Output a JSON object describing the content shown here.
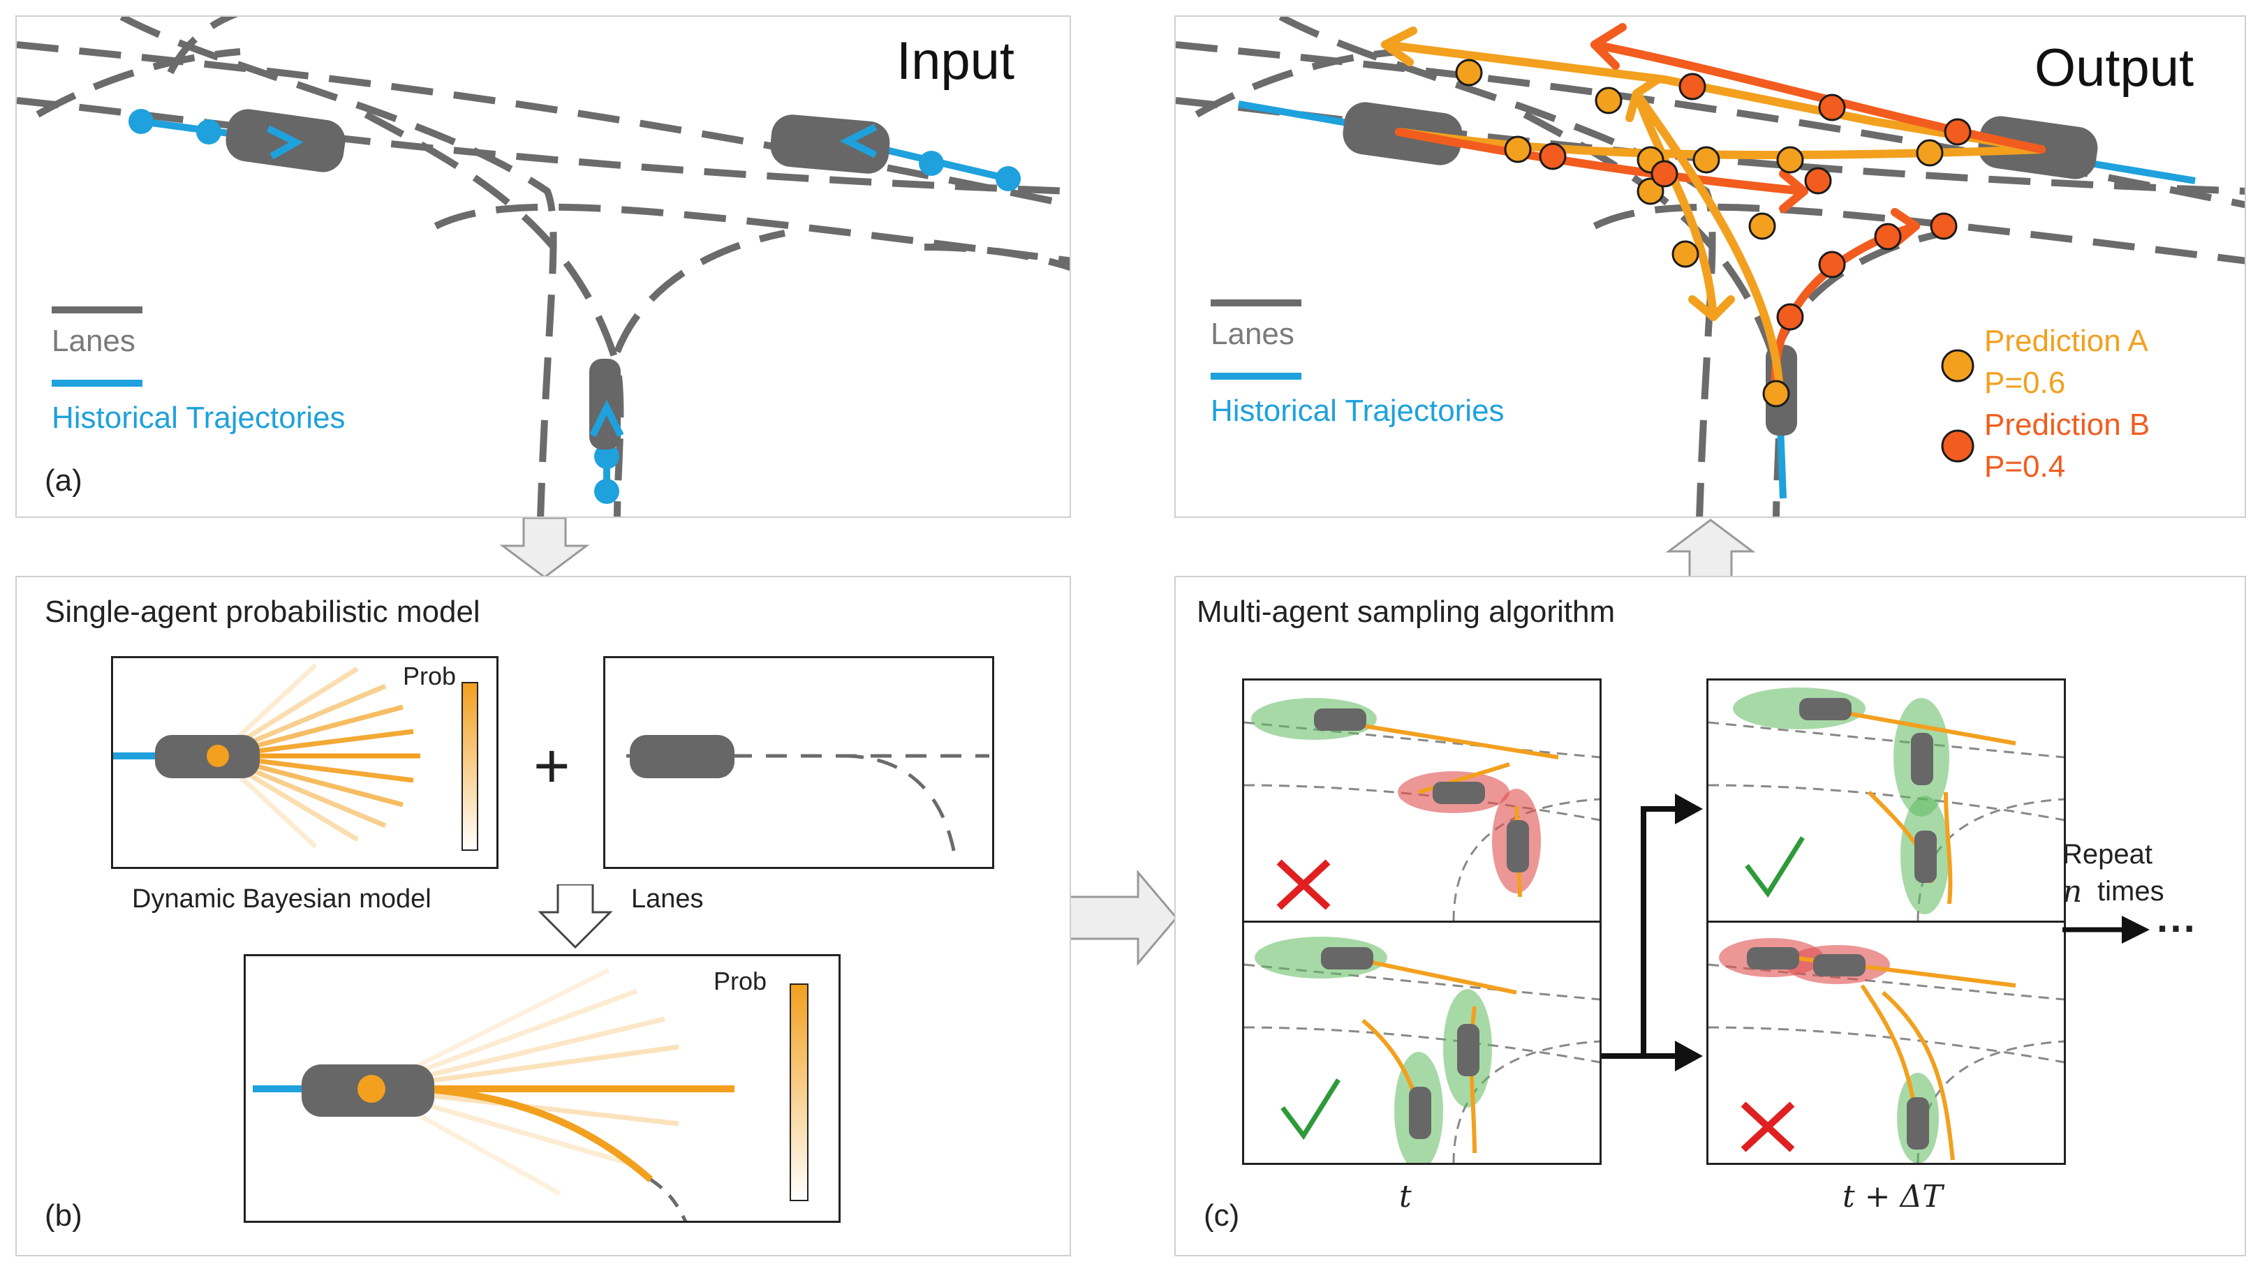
{
  "panel_a": {
    "title": "Input",
    "legend_lanes": "Lanes",
    "legend_hist": "Historical Trajectories",
    "tag": "(a)"
  },
  "panel_out": {
    "title": "Output",
    "legend_lanes": "Lanes",
    "legend_hist": "Historical Trajectories",
    "pred_a": "Prediction A",
    "pred_a_p": "P=0.6",
    "pred_b": "Prediction B",
    "pred_b_p": "P=0.4"
  },
  "panel_b": {
    "title": "Single-agent probabilistic model",
    "dbm_label": "Dynamic Bayesian model",
    "lanes_label": "Lanes",
    "plus": "+",
    "prob_label_1": "Prob",
    "prob_label_2": "Prob",
    "tag": "(b)"
  },
  "panel_c": {
    "title": "Multi-agent sampling algorithm",
    "t_label": "t",
    "t_dt_label": "t + ΔT",
    "repeat_1": "Repeat",
    "repeat_n": "n",
    "repeat_2": "times",
    "dots": "···",
    "tag": "(c)"
  },
  "colors": {
    "lane": "#6b6b6b",
    "history": "#1ea1dc",
    "pred_a": "#f2a01e",
    "pred_b": "#f25c1e",
    "ok": "#2e9a3a",
    "bad": "#e02020"
  },
  "icons": [
    "car-icon",
    "check-icon",
    "cross-icon",
    "arrow-right-icon",
    "arrow-down-icon",
    "arrow-up-icon"
  ]
}
